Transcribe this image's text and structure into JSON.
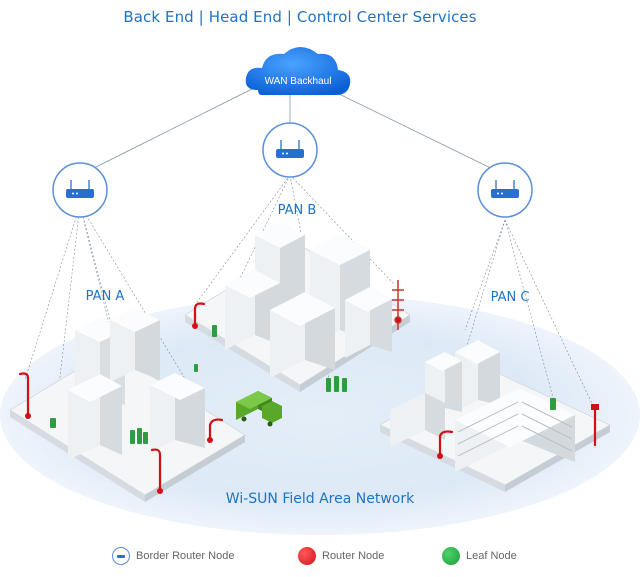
{
  "header": {
    "title": "Back End | Head End | Control Center Services"
  },
  "cloud": {
    "label": "WAN Backhaul"
  },
  "pans": [
    {
      "label": "PAN A"
    },
    {
      "label": "PAN B"
    },
    {
      "label": "PAN C"
    }
  ],
  "network": {
    "label": "Wi-SUN Field Area Network"
  },
  "legend": [
    {
      "label": "Border Router Node",
      "color": "#2a6fd0"
    },
    {
      "label": "Router Node",
      "color": "#d40f16"
    },
    {
      "label": "Leaf Node",
      "color": "#1f9c3a"
    }
  ],
  "colors": {
    "accent": "#1f73c4",
    "router": "#d40f16",
    "leaf": "#1f9c3a",
    "truck": "#5aa82a"
  }
}
